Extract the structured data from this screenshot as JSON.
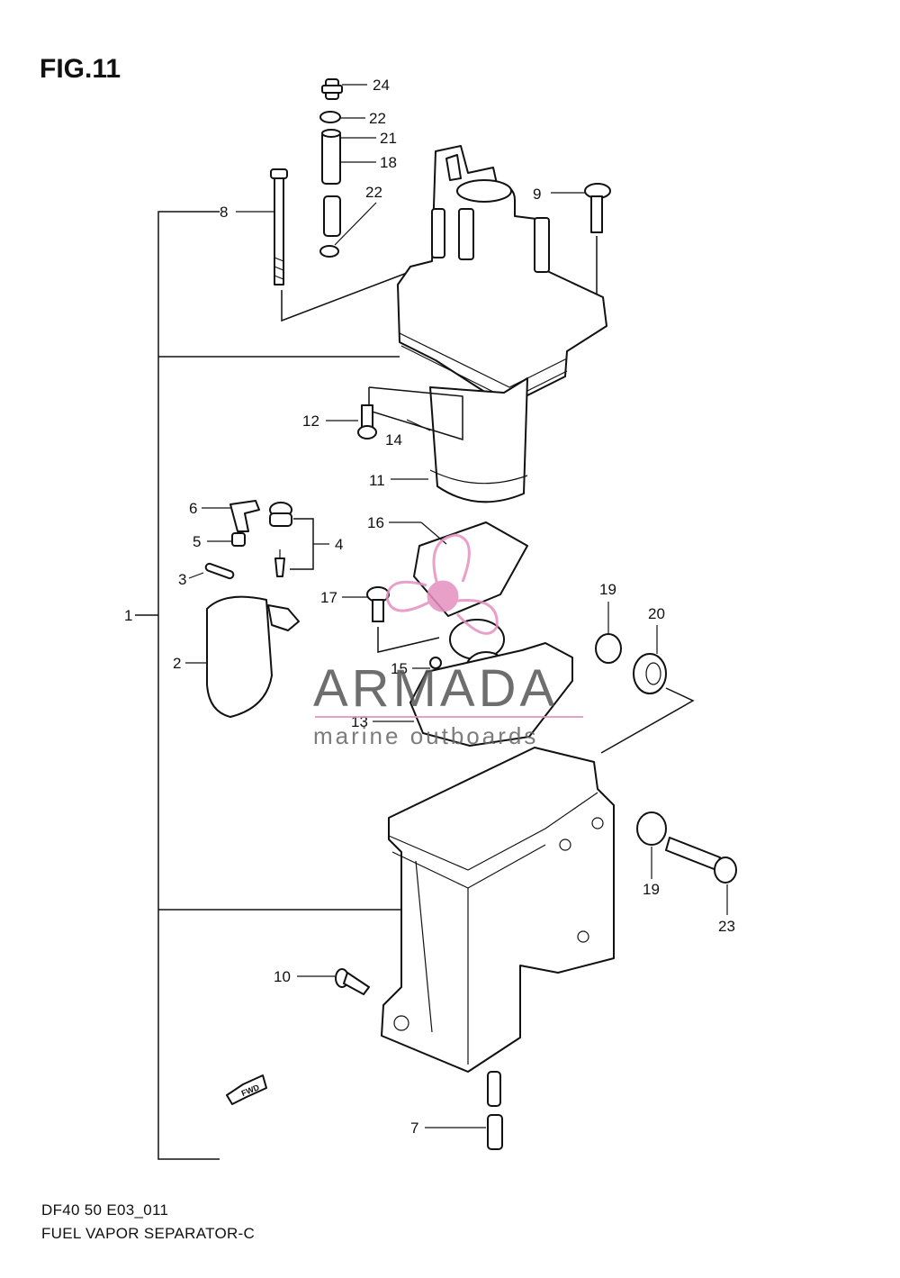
{
  "figure": {
    "title": "FIG.11",
    "code": "DF40 50 E03_011",
    "caption": "FUEL VAPOR SEPARATOR-C"
  },
  "callouts": [
    "1",
    "2",
    "3",
    "4",
    "5",
    "6",
    "7",
    "8",
    "9",
    "10",
    "11",
    "12",
    "13",
    "14",
    "15",
    "16",
    "17",
    "18",
    "19",
    "19",
    "20",
    "21",
    "22",
    "22",
    "23",
    "24"
  ],
  "watermark": {
    "name": "ARMADA",
    "subtitle": "marine outboards",
    "accent_color": "#e58fbf"
  },
  "direction_badge": "FWD"
}
